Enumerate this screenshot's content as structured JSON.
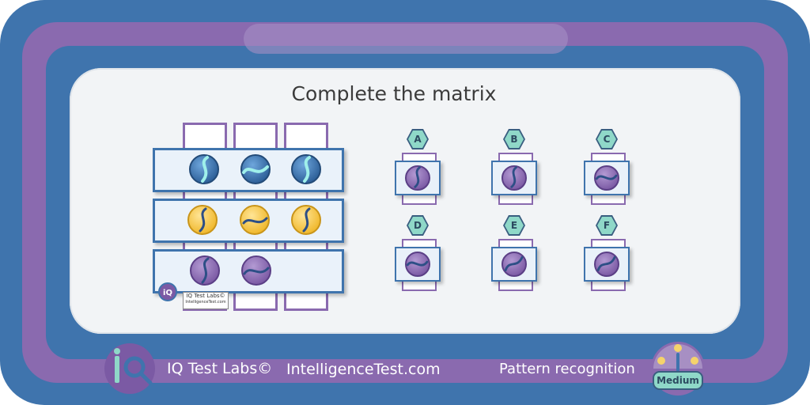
{
  "header": {
    "title": "Complete the matrix"
  },
  "matrix": {
    "rows": [
      {
        "color": "blue",
        "items": [
          "wave-vertical",
          "wave-horizontal",
          "wave-vertical"
        ]
      },
      {
        "color": "yellow",
        "items": [
          "wave-vertical",
          "wave-horizontal",
          "wave-vertical"
        ]
      },
      {
        "color": "purple",
        "items": [
          "wave-vertical",
          "wave-horizontal"
        ]
      }
    ],
    "watermark": {
      "brand": "IQ Test Labs©",
      "site": "IntelligenceTest.com"
    }
  },
  "options": [
    {
      "label": "A",
      "shape": "wave-vertical"
    },
    {
      "label": "B",
      "shape": "wave-vertical"
    },
    {
      "label": "C",
      "shape": "wave-horizontal"
    },
    {
      "label": "D",
      "shape": "wave-horizontal"
    },
    {
      "label": "E",
      "shape": "wave-diagonal"
    },
    {
      "label": "F",
      "shape": "wave-diagonal"
    }
  ],
  "footer": {
    "brand": "IQ Test Labs©",
    "site": "IntelligenceTest.com",
    "category": "Pattern recognition",
    "difficulty": "Medium"
  },
  "colors": {
    "frame": "#3f74ad",
    "accent": "#8a6aaf",
    "blue_token": "#3f74ad",
    "yellow_token": "#f4c542",
    "purple_token": "#8a6aaf"
  }
}
